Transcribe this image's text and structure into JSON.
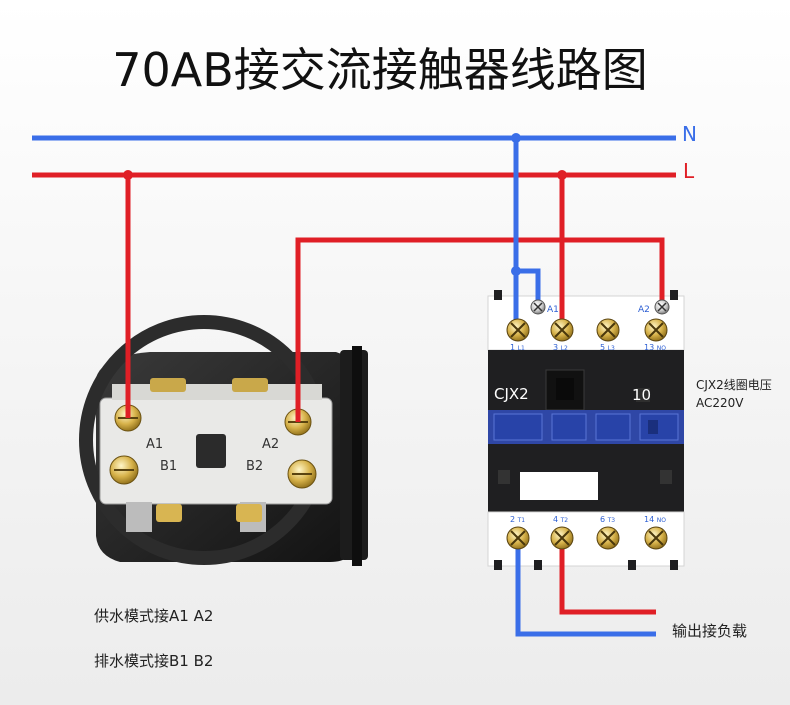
{
  "title": "70AB接交流接触器线路图",
  "lines": {
    "neutral_label": "N",
    "live_label": "L",
    "neutral_color": "#3a6ee8",
    "live_color": "#e01f26"
  },
  "switch": {
    "terminal_a1": "A1",
    "terminal_a2": "A2",
    "terminal_b1": "B1",
    "terminal_b2": "B2"
  },
  "contactor": {
    "model": "CJX2",
    "rating": "10",
    "coil_a1": "A1",
    "coil_a2": "A2",
    "top_terminals": [
      {
        "num": "1",
        "sub": "L1"
      },
      {
        "num": "3",
        "sub": "L2"
      },
      {
        "num": "5",
        "sub": "L3"
      },
      {
        "num": "13",
        "sub": "NO"
      }
    ],
    "bottom_terminals": [
      {
        "num": "2",
        "sub": "T1"
      },
      {
        "num": "4",
        "sub": "T2"
      },
      {
        "num": "6",
        "sub": "T3"
      },
      {
        "num": "14",
        "sub": "NO"
      }
    ]
  },
  "notes": {
    "coil_voltage_line1": "CJX2线圈电压",
    "coil_voltage_line2": "AC220V",
    "output": "输出接负载",
    "supply_mode": "供水模式接A1 A2",
    "drain_mode": "排水模式接B1 B2"
  }
}
